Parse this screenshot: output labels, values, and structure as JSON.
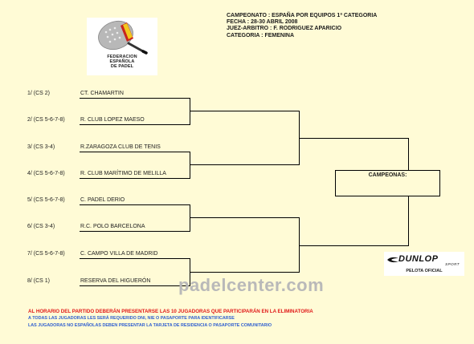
{
  "logo": {
    "lines": [
      "FEDERACION",
      "ESPAÑOLA",
      "DE PADEL"
    ],
    "icon": "padel-racket-icon",
    "colors": {
      "flag_red": "#c8241e",
      "flag_yellow": "#f2c81e",
      "racket_gray": "#b8b8b8"
    }
  },
  "header": {
    "line1": "CAMPEONATO : ESPAÑA POR EQUIPOS 1ª CATEGORIA",
    "line2": "FECHA : 28-30 ABRIL 2008",
    "line3": "JUEZ-ARBITRO : F. RODRIGUEZ APARICIO",
    "line4": "CATEGORIA : FEMENINA"
  },
  "entries": [
    {
      "seed": "1/ (CS 2)",
      "team": "CT. CHAMARTIN"
    },
    {
      "seed": "2/ (CS 5-6-7-8)",
      "team": "R. CLUB LOPEZ MAESO"
    },
    {
      "seed": "3/ (CS 3-4)",
      "team": "R.ZARAGOZA CLUB DE TENIS"
    },
    {
      "seed": "4/ (CS 5-6-7-8)",
      "team": "R. CLUB MARÍTIMO DE MELILLA"
    },
    {
      "seed": "5/ (CS 5-6-7-8)",
      "team": "C. PADEL DERIO"
    },
    {
      "seed": "6/ (CS 3-4)",
      "team": "R.C. POLO BARCELONA"
    },
    {
      "seed": "7/ (CS 5-6-7-8)",
      "team": "C. CAMPO VILLA DE MADRID"
    },
    {
      "seed": "8/ (CS 1)",
      "team": "RESERVA DEL HIGUERÓN"
    }
  ],
  "champion": {
    "label": "CAMPEONAS:"
  },
  "sponsor": {
    "brand": "DUNLOP",
    "brand_sub": "SPORT",
    "caption": "PELOTA OFICIAL"
  },
  "watermark": "padelcenter.com",
  "notes": {
    "line1": "AL HORARIO DEL PARTIDO DEBERÁN PRESENTARSE LAS 10 JUGADORAS QUE PARTICIPARÁN EN LA ELIMINATORIA",
    "line2": "A TODAS LAS JUGADORAS LES SERÁ REQUERIDO DNI, NIE O PASAPORTE PARA IDENTIFICARSE",
    "line3": "LAS JUGADORAS NO ESPAÑOLAS DEBEN PRESENTAR LA TARJETA DE RESIDENCIA O PASAPORTE COMUNITARIO",
    "colors": {
      "red": "#e01818",
      "blue": "#3060d0"
    }
  }
}
